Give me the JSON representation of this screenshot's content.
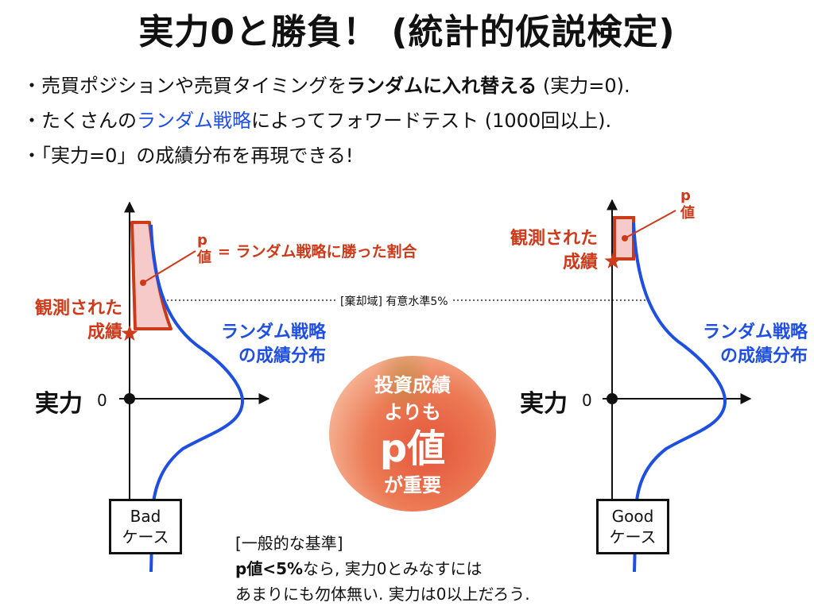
{
  "title": "実力0と勝負！ (統計的仮説検定)",
  "bullets": [
    {
      "prefix": "・売買ポジションや売買タイミングを",
      "bold": "ランダムに入れ替える",
      "suffix": " (実力=0)."
    },
    {
      "prefix": "・たくさんの",
      "blue": "ランダム戦略",
      "suffix": "によってフォワードテスト (1000回以上)."
    },
    {
      "prefix": "・「実力=0」の成績分布を再現できる!"
    }
  ],
  "axis": {
    "label": "実力",
    "zero": "0"
  },
  "rejection_label": "[棄却域] 有意水準5%",
  "left_panel": {
    "p_label": "p\n値",
    "p_desc": "= ランダム戦略に勝った割合",
    "observed": "観測された\n成績",
    "distribution": "ランダム戦略\nの成績分布",
    "case": {
      "line1": "Bad",
      "line2": "ケース"
    }
  },
  "right_panel": {
    "p_label": "p\n値",
    "observed": "観測された\n成績",
    "distribution": "ランダム戦略\nの成績分布",
    "case": {
      "line1": "Good",
      "line2": "ケース"
    }
  },
  "center": {
    "line1": "投資成績",
    "line2": "よりも",
    "line3": "p値",
    "line4": "が重要"
  },
  "note": {
    "header": "[一般的な基準]",
    "bold": "p値<5%",
    "line2_rest": "なら, 実力0とみなすには",
    "line3": "あまりにも勿体無い. 実力は0以上だろう."
  },
  "colors": {
    "red": "#cc3a1a",
    "blue": "#1f4fe0",
    "fill": "#f7caca"
  }
}
